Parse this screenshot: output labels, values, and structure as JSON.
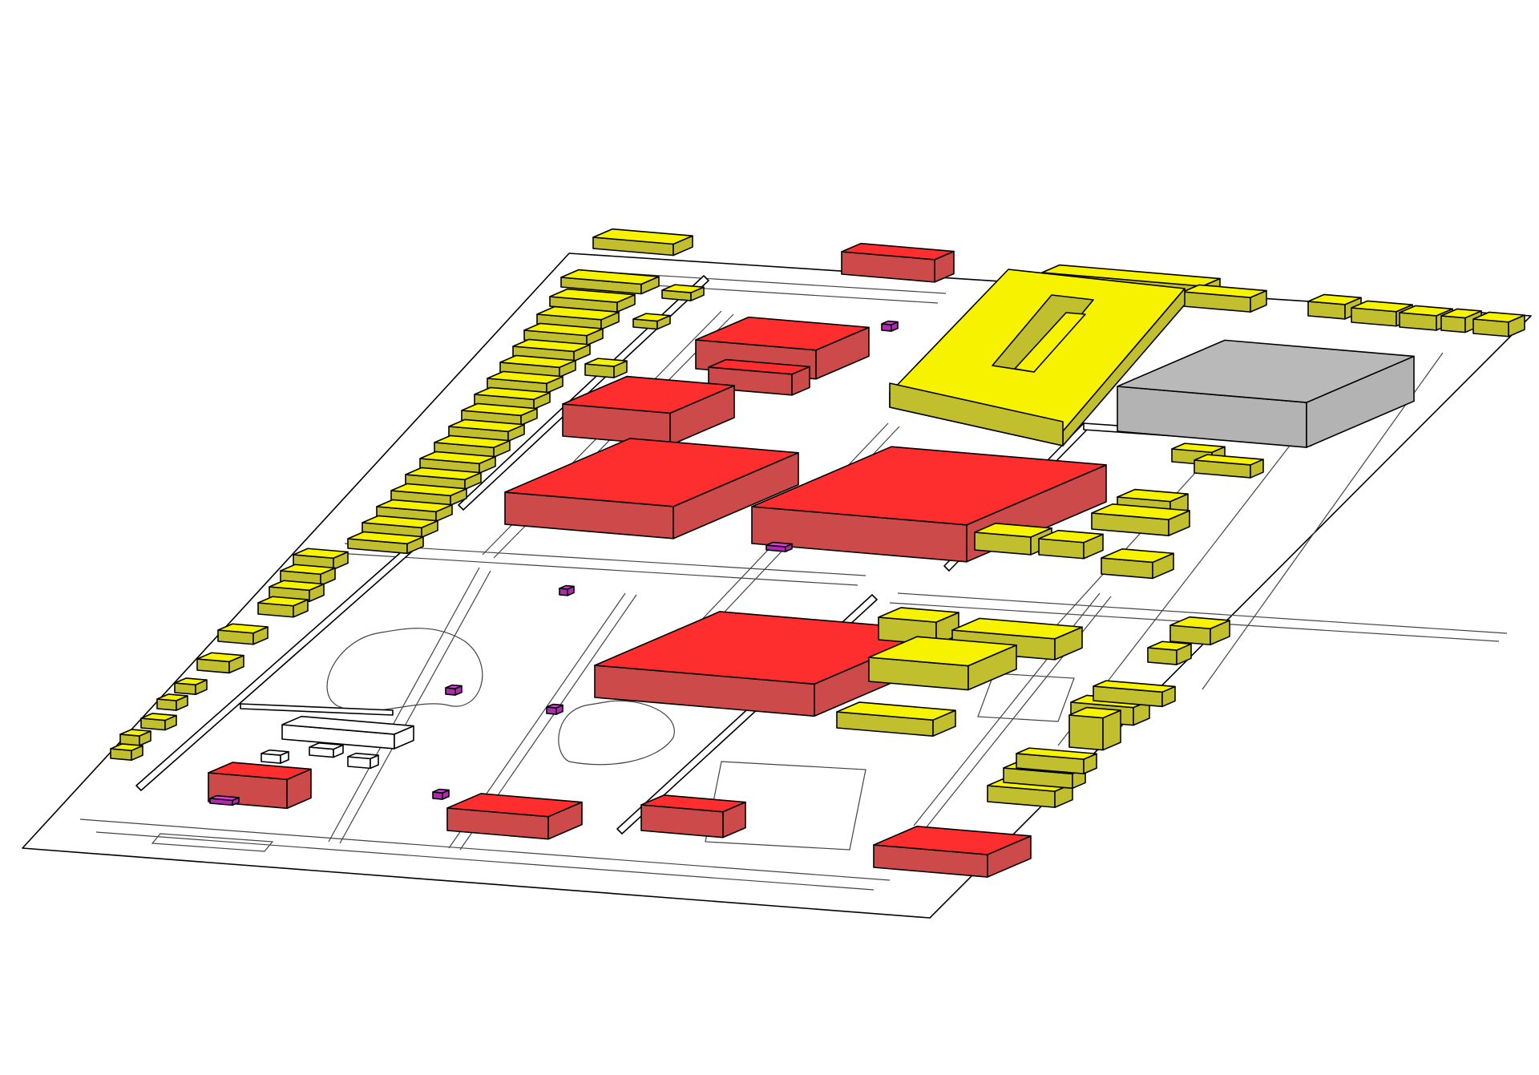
{
  "colors": {
    "background": "#ffffff",
    "ground": "#ffffff",
    "red_top": "#ff2e2e",
    "red_side": "#cc4a4a",
    "yellow_top": "#f7f200",
    "yellow_side": "#c2bf2e",
    "gray_top": "#b9b9b9",
    "gray_side": "#b3b3b3",
    "magenta_top": "#e23ae2",
    "magenta_side": "#b02ab0",
    "white_block": "#ffffff"
  },
  "categories": [
    "red",
    "yellow",
    "gray",
    "magenta",
    "white"
  ]
}
